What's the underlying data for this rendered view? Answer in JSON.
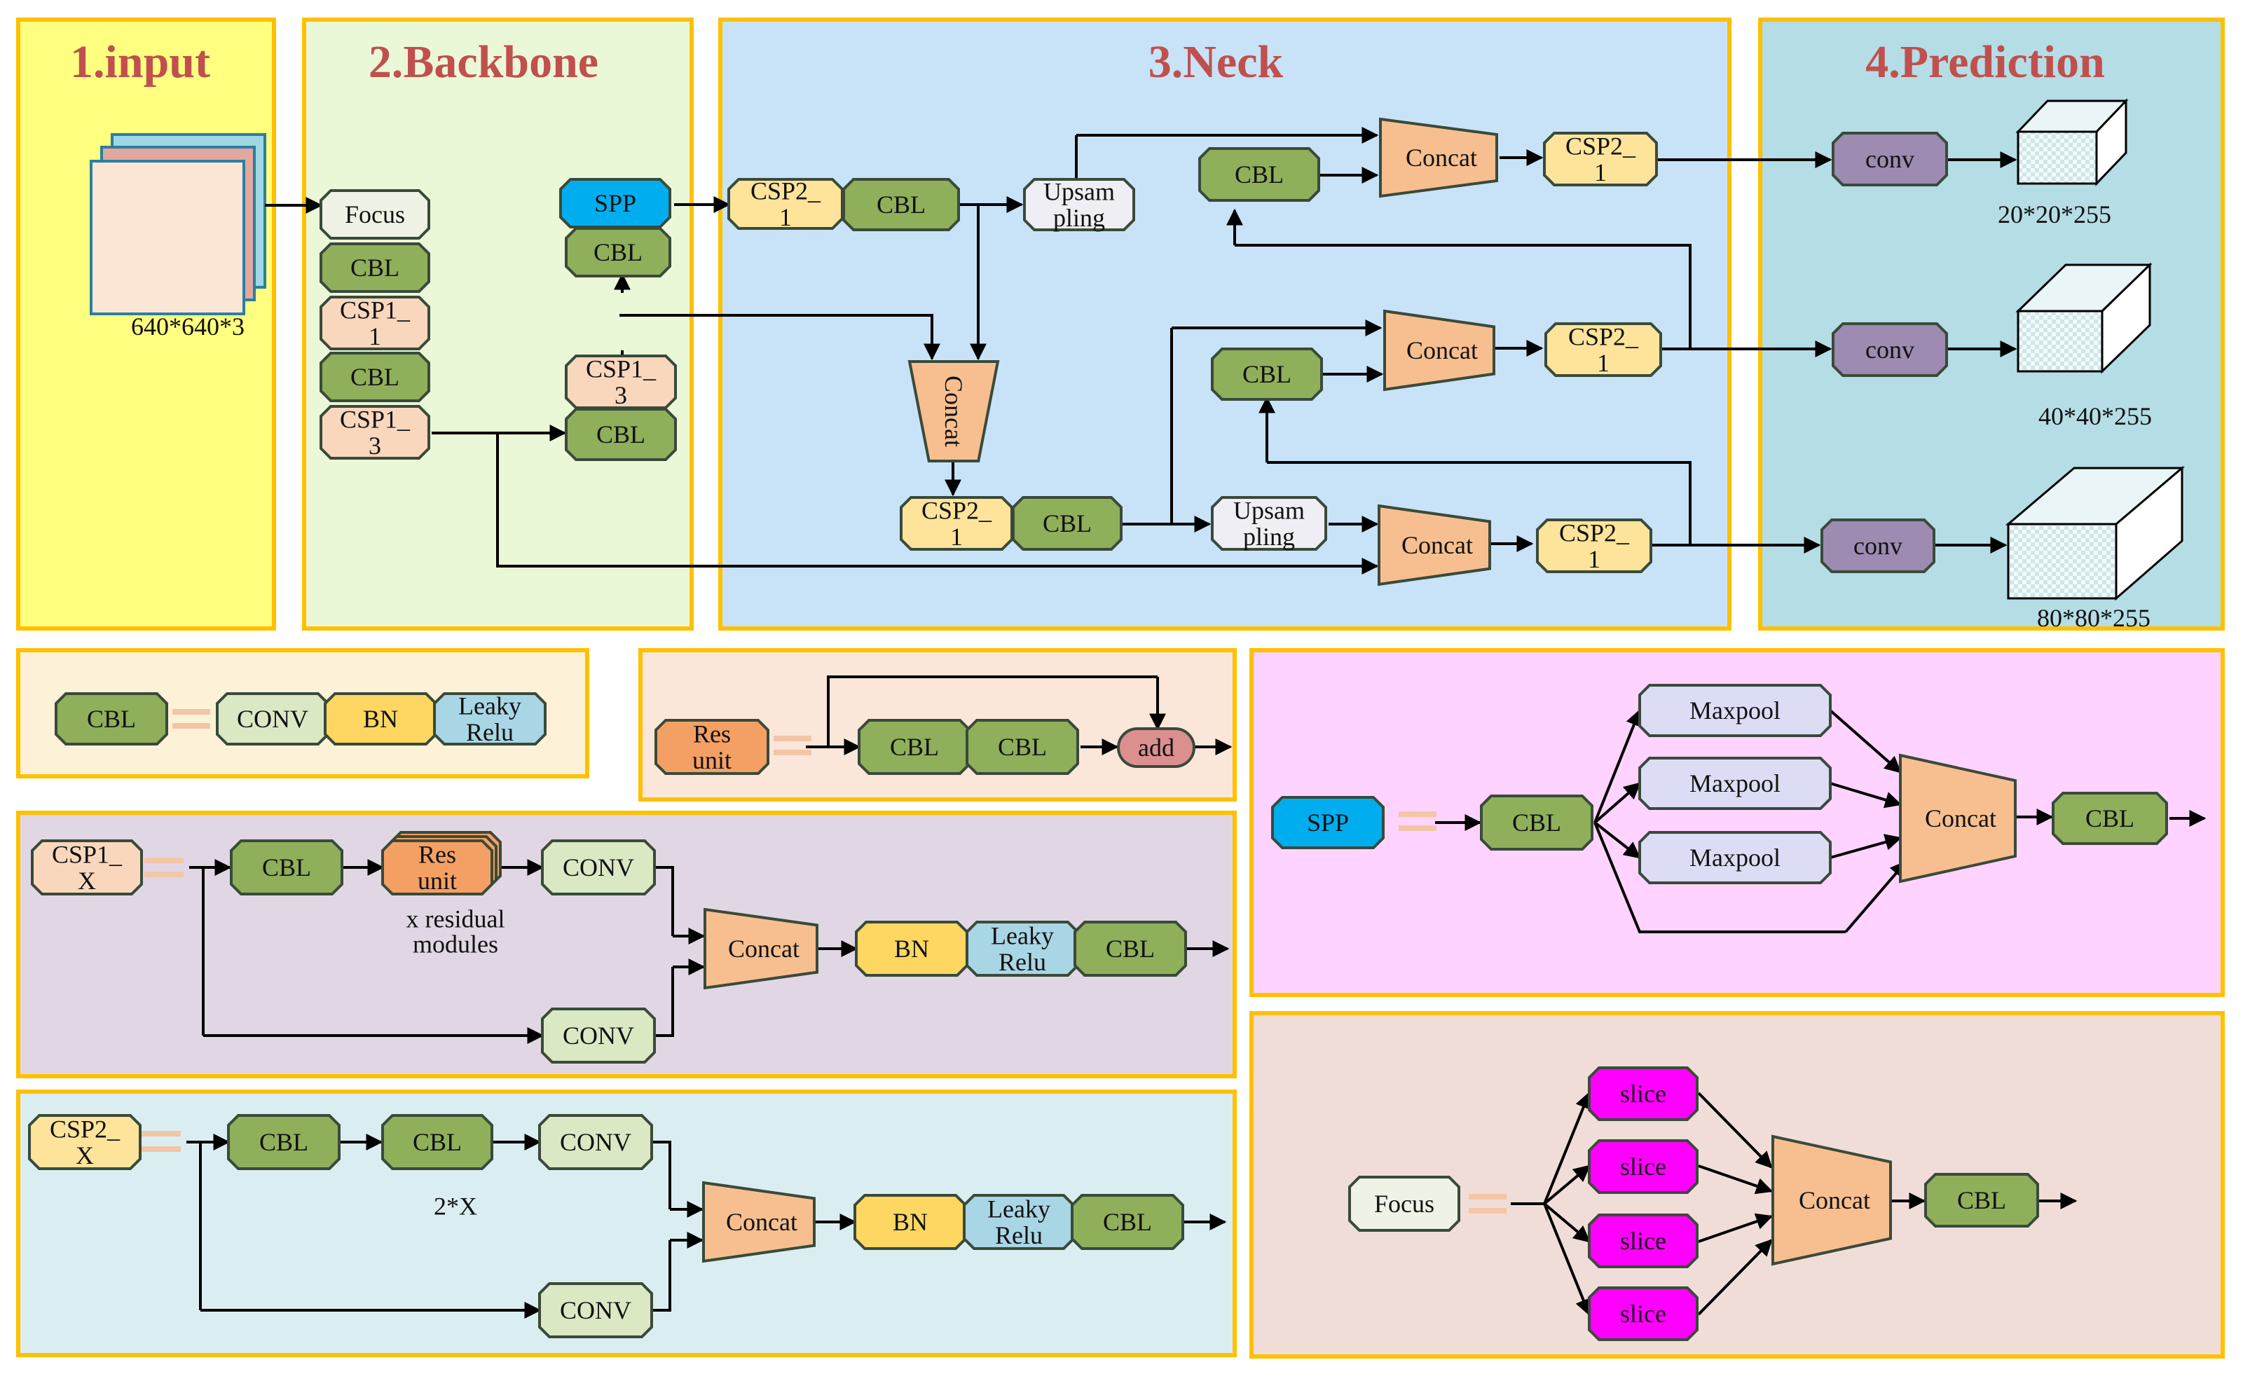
{
  "titles": {
    "input": "1.input",
    "backbone": "2.Backbone",
    "neck": "3.Neck",
    "prediction": "4.Prediction"
  },
  "input_size": "640*640*3",
  "output_sizes": [
    "20*20*255",
    "40*40*255",
    "80*80*255"
  ],
  "labels": {
    "cbl": "CBL",
    "conv_lower": "conv",
    "conv_upper": "CONV",
    "bn": "BN",
    "leaky": [
      "Leaky",
      "Relu"
    ],
    "focus": "Focus",
    "spp": "SPP",
    "concat": "Concat",
    "upsampling": [
      "Upsam",
      "pling"
    ],
    "csp1_1": [
      "CSP1_",
      "1"
    ],
    "csp1_3": [
      "CSP1_",
      "3"
    ],
    "csp2_1": [
      "CSP2_",
      "1"
    ],
    "csp1_x": [
      "CSP1_",
      "X"
    ],
    "csp2_x": [
      "CSP2_",
      "X"
    ],
    "res_unit": [
      "Res",
      "unit"
    ],
    "add": "add",
    "maxpool": "Maxpool",
    "slice": "slice",
    "x_residual": [
      "x residual",
      "modules"
    ],
    "two_x": "2*X"
  },
  "colors": {
    "cbl": "#8faf5a",
    "csp1": "#f9d7bd",
    "csp2": "#fde49a",
    "spp": "#00aeef",
    "focus": "#eef3e6",
    "upsampling": "#eeeef4",
    "concat": "#f7bf8f",
    "conv_pred": "#9d8bb2",
    "conv_legend": "#dbe8c4",
    "bn": "#fdd761",
    "leaky": "#a9d6e5",
    "res_unit": "#f4a064",
    "add": "#dc8f8f",
    "maxpool": "#dcdcf5",
    "slice": "#ff00ff",
    "panel_border": "#ffc000",
    "title": "#c0504d"
  }
}
